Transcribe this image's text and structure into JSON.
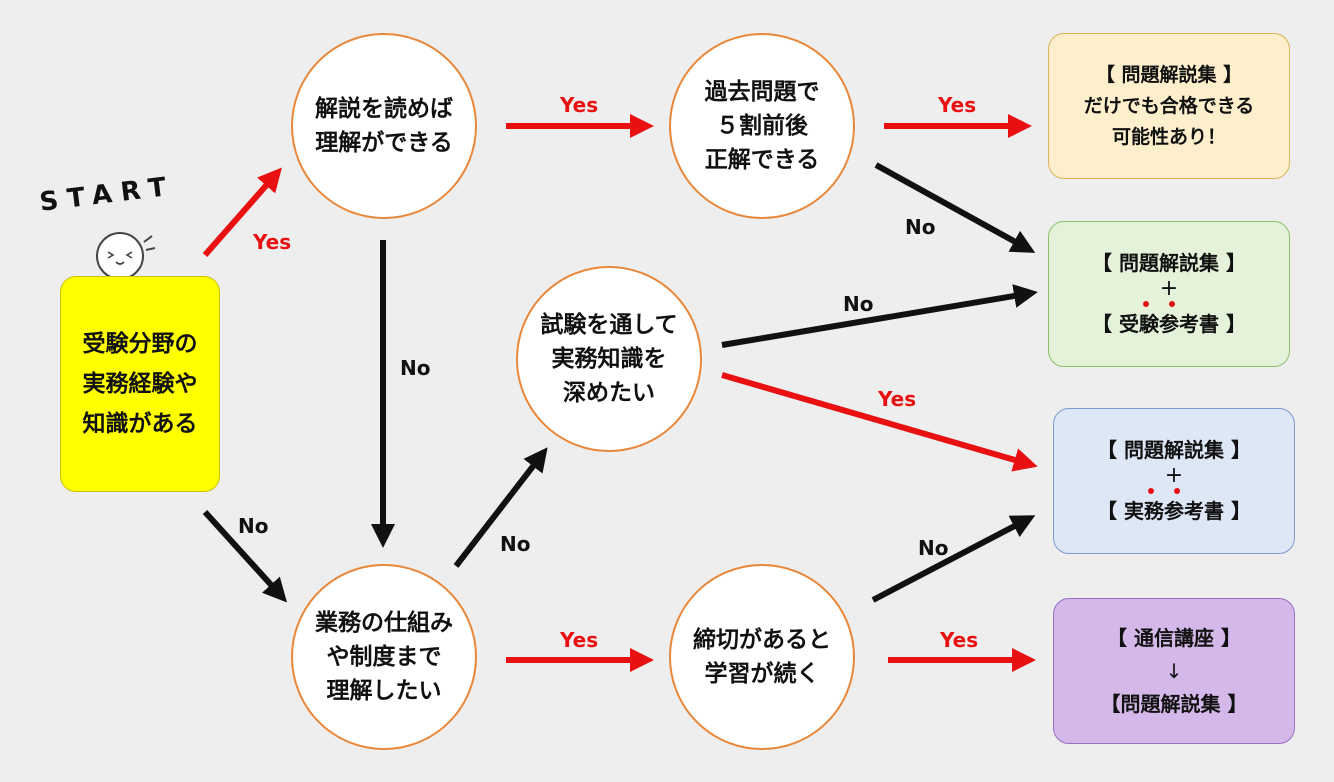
{
  "start_label": "START",
  "start_box": {
    "lines": [
      "受験分野の",
      "実務経験や",
      "知識がある"
    ],
    "fill": "#ffff00"
  },
  "nodes": {
    "q_understand": [
      "解説を読めば",
      "理解ができる"
    ],
    "q_past": [
      "過去問題で",
      "５割前後",
      "正解できる"
    ],
    "q_deepen": [
      "試験を通して",
      "実務知識を",
      "深めたい"
    ],
    "q_system": [
      "業務の仕組み",
      "や制度まで",
      "理解したい"
    ],
    "q_deadline": [
      "締切があると",
      "学習が続く"
    ]
  },
  "results": {
    "r1": {
      "lines": [
        "【 問題解説集 】",
        "だけでも合格できる",
        "可能性あり！"
      ],
      "fill": "#fdefcc"
    },
    "r2": {
      "top": "【 問題解説集 】",
      "plus": "+",
      "bottom": "【 受験参考書 】",
      "fill": "#e3f2d9"
    },
    "r3": {
      "top": "【 問題解説集 】",
      "plus": "+",
      "bottom": "【 実務参考書 】",
      "fill": "#dee7f6"
    },
    "r4": {
      "top": "【 通信講座 】",
      "arrow": "↓",
      "bottom": "【問題解説集 】",
      "fill": "#d5b8ea"
    }
  },
  "edge_labels": {
    "yes": "Yes",
    "no": "No"
  },
  "colors": {
    "yes": "#e81010",
    "no": "#111111",
    "circle_border": "#e8873a"
  }
}
